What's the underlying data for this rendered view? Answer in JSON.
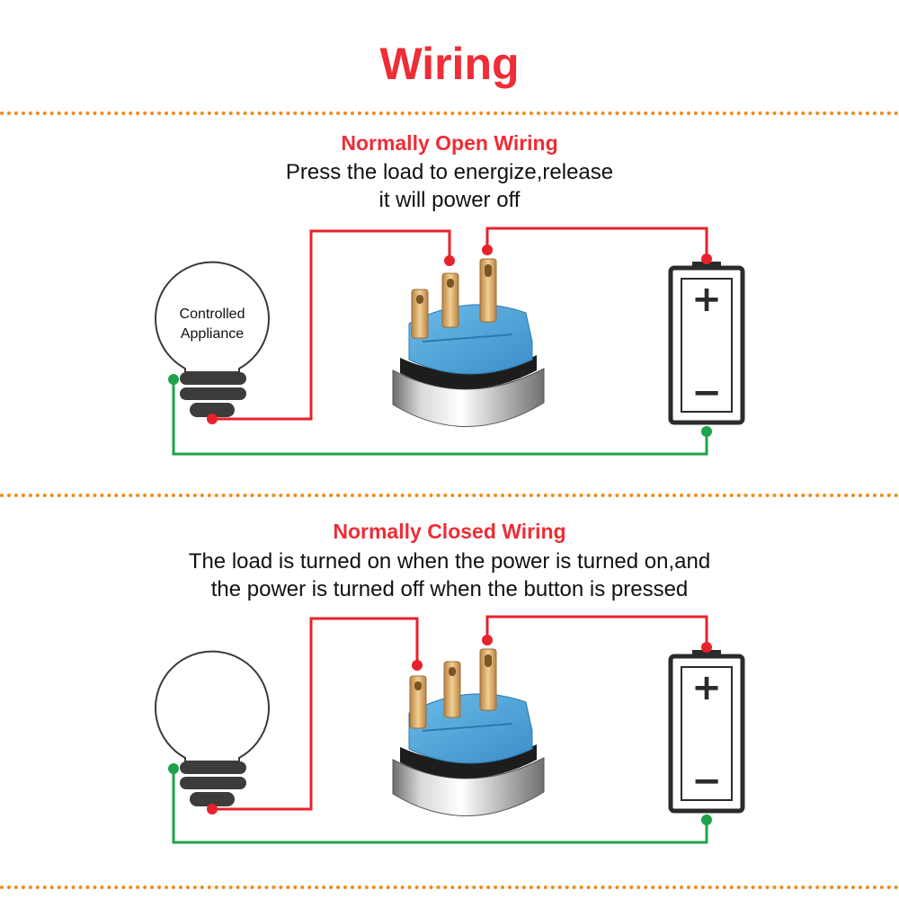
{
  "title": "Wiring",
  "colors": {
    "title_red": "#ee2d36",
    "wire_red": "#e8212b",
    "wire_green": "#1ea24a",
    "divider_orange": "#f08a1c",
    "switch_blue": "#4fa7df",
    "pin_gold": "#d9a865"
  },
  "sections": [
    {
      "heading": "Normally Open Wiring",
      "description": [
        "Press the load to energize,release",
        "it will power off"
      ],
      "bulb_label": [
        "Controlled",
        "Appliance"
      ],
      "battery": {
        "plus": "+",
        "minus": "−"
      }
    },
    {
      "heading": "Normally Closed Wiring",
      "description": [
        "The load is turned on when the power is turned on,and",
        "the power is turned off when the button is pressed"
      ],
      "bulb_label": [],
      "battery": {
        "plus": "+",
        "minus": "−"
      }
    }
  ]
}
